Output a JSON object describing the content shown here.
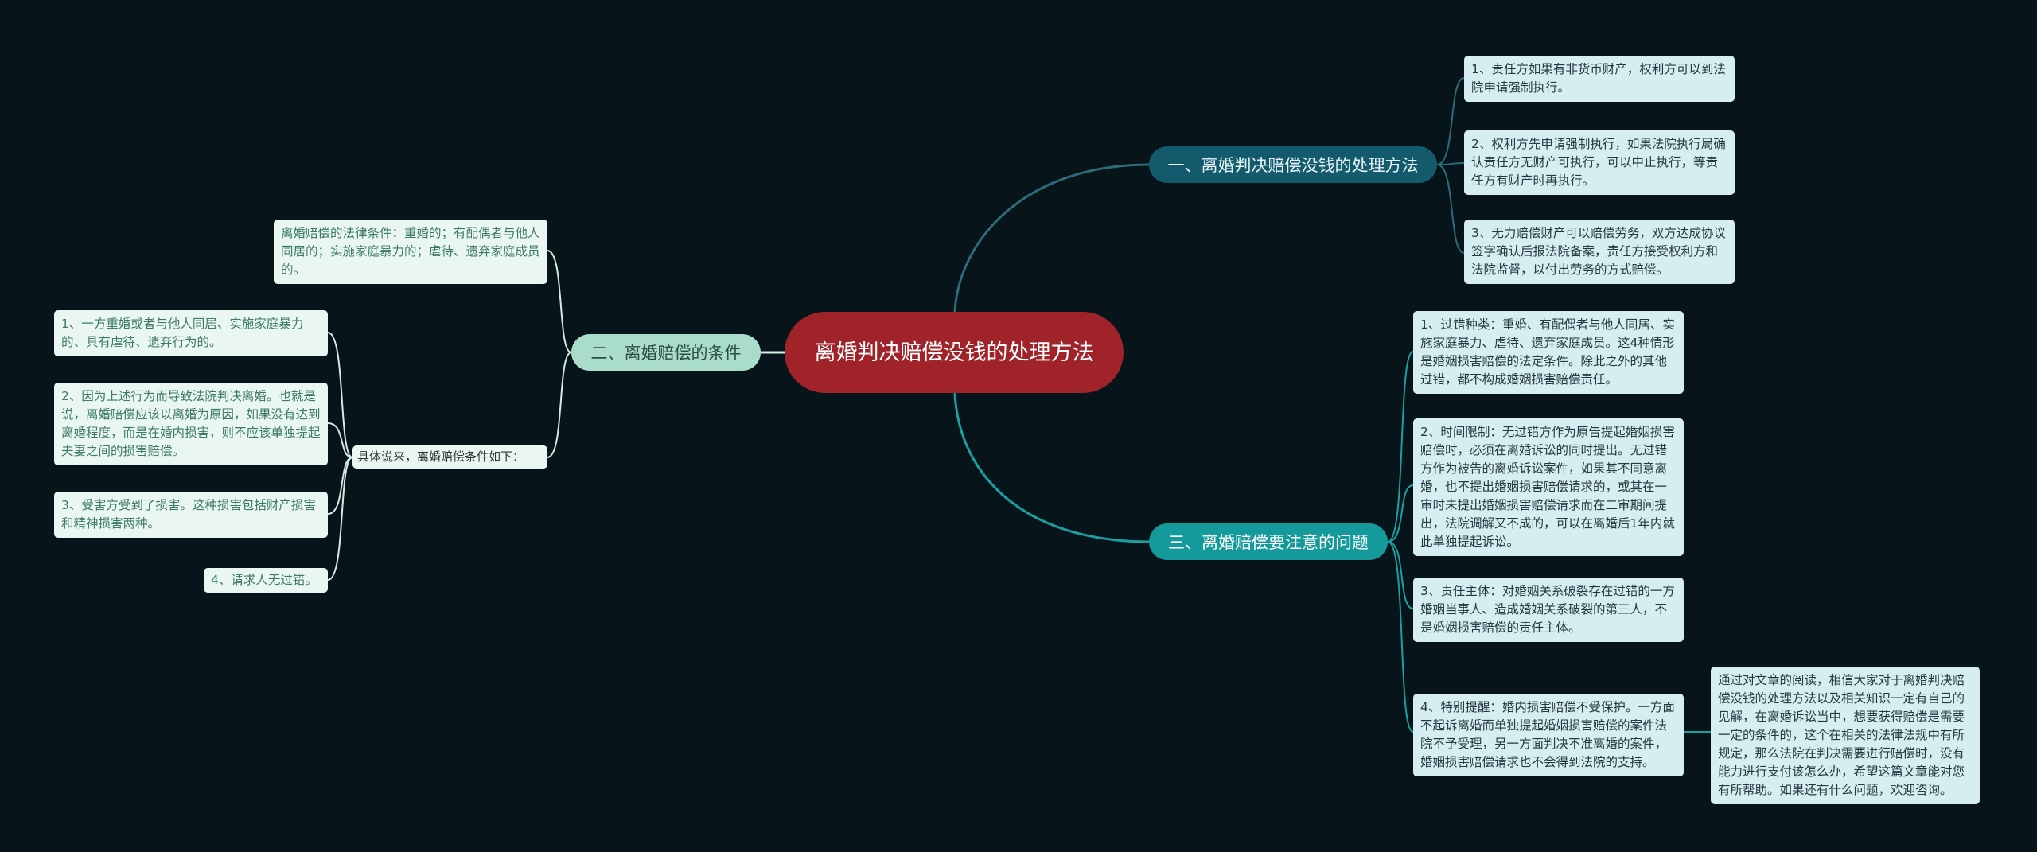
{
  "colors": {
    "background": "#07141a",
    "root": "#a0232a",
    "branch1": "#125a6c",
    "branch2": "#a9dccb",
    "branch3": "#159a9c",
    "connector1": "#2e6b7a",
    "connector2": "#cfeee2",
    "connector3": "#1aa0a2"
  },
  "root": {
    "title": "离婚判决赔偿没钱的处理方法"
  },
  "branch1": {
    "label": "一、离婚判决赔偿没钱的处理方法",
    "items": [
      "1、责任方如果有非货币财产，权利方可以到法院申请强制执行。",
      "2、权利方先申请强制执行，如果法院执行局确认责任方无财产可执行，可以中止执行，等责任方有财产时再执行。",
      "3、无力赔偿财产可以赔偿劳务，双方达成协议签字确认后报法院备案，责任方接受权利方和法院监督，以付出劳务的方式赔偿。"
    ]
  },
  "branch2": {
    "label": "二、离婚赔偿的条件",
    "legal_conditions": "离婚赔偿的法律条件：重婚的；有配偶者与他人同居的；实施家庭暴力的；虐待、遗弃家庭成员的。",
    "specific_label": "具体说来，离婚赔偿条件如下：",
    "specific_items": [
      "1、一方重婚或者与他人同居、实施家庭暴力的、具有虐待、遗弃行为的。",
      "2、因为上述行为而导致法院判决离婚。也就是说，离婚赔偿应该以离婚为原因，如果没有达到离婚程度，而是在婚内损害，则不应该单独提起夫妻之间的损害赔偿。",
      "3、受害方受到了损害。这种损害包括财产损害和精神损害两种。",
      "4、请求人无过错。"
    ]
  },
  "branch3": {
    "label": "三、离婚赔偿要注意的问题",
    "items": [
      "1、过错种类：重婚、有配偶者与他人同居、实施家庭暴力、虐待、遗弃家庭成员。这4种情形是婚姻损害赔偿的法定条件。除此之外的其他过错，都不构成婚姻损害赔偿责任。",
      "2、时间限制：无过错方作为原告提起婚姻损害赔偿时，必须在离婚诉讼的同时提出。无过错方作为被告的离婚诉讼案件，如果其不同意离婚，也不提出婚姻损害赔偿请求的，或其在一审时未提出婚姻损害赔偿请求而在二审期间提出，法院调解又不成的，可以在离婚后1年内就此单独提起诉讼。",
      "3、责任主体：对婚姻关系破裂存在过错的一方婚姻当事人、造成婚姻关系破裂的第三人，不是婚姻损害赔偿的责任主体。",
      "4、特别提醒：婚内损害赔偿不受保护。一方面不起诉离婚而单独提起婚姻损害赔偿的案件法院不予受理，另一方面判决不准离婚的案件，婚姻损害赔偿请求也不会得到法院的支持。"
    ],
    "conclusion": "通过对文章的阅读，相信大家对于离婚判决赔偿没钱的处理方法以及相关知识一定有自己的见解，在离婚诉讼当中，想要获得赔偿是需要一定的条件的，这个在相关的法律法规中有所规定，那么法院在判决需要进行赔偿时，没有能力进行支付该怎么办，希望这篇文章能对您有所帮助。如果还有什么问题，欢迎咨询。"
  }
}
